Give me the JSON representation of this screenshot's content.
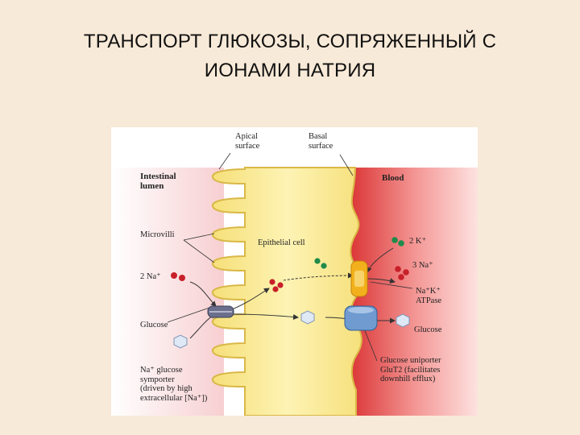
{
  "title": {
    "line1": "ТРАНСПОРТ ГЛЮКОЗЫ, СОПРЯЖЕННЫЙ С",
    "line2": "ИОНАМИ НАТРИЯ"
  },
  "diagram": {
    "apical_line1": "Apical",
    "apical_line2": "surface",
    "basal_line1": "Basal",
    "basal_line2": "surface",
    "lumen_line1": "Intestinal",
    "lumen_line2": "lumen",
    "blood": "Blood",
    "microvilli": "Microvilli",
    "epithelial_cell": "Epithelial cell",
    "na_lumen": "2 Na⁺",
    "k_blood": "2 K⁺",
    "na_blood": "3 Na⁺",
    "atpase_line1": "Na⁺K⁺",
    "atpase_line2": "ATPase",
    "glucose_lumen": "Glucose",
    "glucose_blood": "Glucose",
    "symporter_line1": "Na⁺ glucose",
    "symporter_line2": "symporter",
    "symporter_line3": "(driven by high",
    "symporter_line4": "extracellular [Na⁺])",
    "uniporter_line1": "Glucose uniporter",
    "uniporter_line2": "GluT2 (facilitates",
    "uniporter_line3": "downhill efflux)"
  },
  "colors": {
    "page_bg": "#f8ead8",
    "cell_fill": "#fbee9a",
    "lumen_fill": "#fadada",
    "blood_fill": "#e8564f",
    "sodium": "#c8202a",
    "potassium": "#1f8a4a",
    "glucose": "#dfe8f5",
    "uniporter": "#6f9bd1",
    "atpase": "#f2b11c"
  }
}
